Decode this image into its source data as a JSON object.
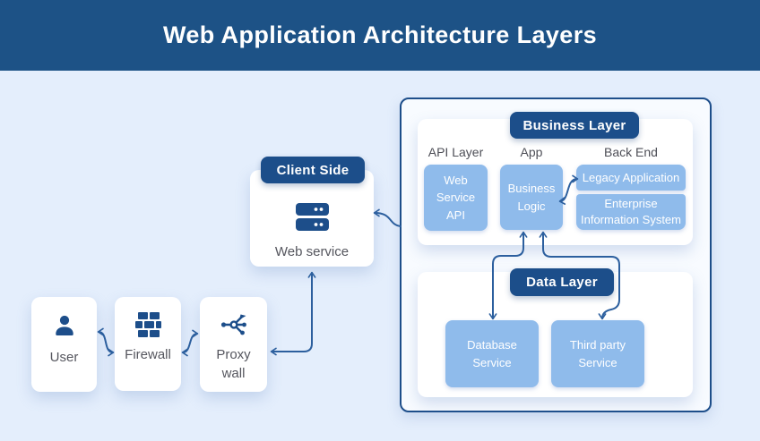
{
  "title": "Web Application Architecture Layers",
  "left_flow": {
    "user": {
      "label": "User"
    },
    "firewall": {
      "label": "Firewall"
    },
    "proxy": {
      "label": "Proxy wall"
    }
  },
  "client_side": {
    "badge": "Client Side",
    "service": "Web service"
  },
  "business_layer": {
    "badge": "Business Layer",
    "columns": {
      "api": "API Layer",
      "app": "App",
      "backend": "Back End"
    },
    "api_box": "Web Service API",
    "app_box": "Business Logic",
    "legacy_box": "Legacy Application",
    "eis_box": "Enterprise Information System"
  },
  "data_layer": {
    "badge": "Data Layer",
    "database_box": "Database Service",
    "third_party_box": "Third party Service"
  },
  "colors": {
    "header": "#1d5286",
    "badge": "#1c4e8a",
    "box_blue": "#8fbbeb",
    "background": "#e4eefc",
    "container_fill": "#f8fbff",
    "container_border": "#1d4e8a",
    "arrow": "#2c5f9e",
    "text_gray": "#55565e",
    "icon_navy": "#1d4e8a"
  }
}
